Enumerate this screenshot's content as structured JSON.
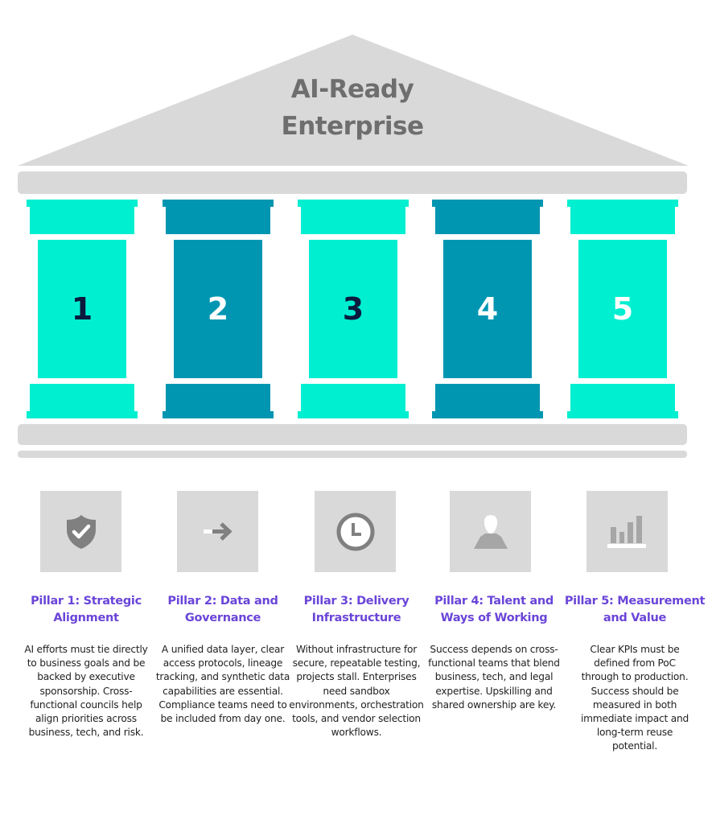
{
  "title": {
    "line1": "AI-Ready",
    "line2": "Enterprise"
  },
  "colors": {
    "roof": "#d9d9d9",
    "cyan": "#00efd1",
    "teal": "#0096b1",
    "navy": "#0b1a3d",
    "white": "#ffffff",
    "heading": "#6a45d8",
    "icon_gray": "#808080"
  },
  "pillars": [
    {
      "number": "1",
      "color": "cyan",
      "number_color": "navy"
    },
    {
      "number": "2",
      "color": "teal",
      "number_color": "white"
    },
    {
      "number": "3",
      "color": "cyan",
      "number_color": "navy"
    },
    {
      "number": "4",
      "color": "teal",
      "number_color": "white"
    },
    {
      "number": "5",
      "color": "cyan",
      "number_color": "white"
    }
  ],
  "columns": [
    {
      "icon": "shield-check-icon",
      "heading": "Pillar 1: Strategic Alignment",
      "body": "AI efforts must tie directly to business goals and be backed by executive sponsorship. Cross-functional councils help align priorities across business, tech, and risk."
    },
    {
      "icon": "arrow-right-icon",
      "heading": "Pillar 2: Data and Governance",
      "body": "A unified data layer, clear access protocols, lineage tracking, and synthetic data capabilities are essential. Compliance teams need to be included from day one."
    },
    {
      "icon": "clock-icon",
      "heading": "Pillar 3: Delivery Infrastructure",
      "body": "Without infrastructure for secure, repeatable testing, projects stall. Enterprises need sandbox environments, orchestration tools, and vendor selection workflows."
    },
    {
      "icon": "person-icon",
      "heading": "Pillar 4: Talent and Ways of Working",
      "body": "Success depends on cross-functional teams that blend business, tech, and legal expertise. Upskilling and shared ownership are key."
    },
    {
      "icon": "bar-chart-icon",
      "heading": "Pillar 5: Measurement and Value",
      "body": "Clear KPIs must be defined from PoC through to production. Success should be measured in both immediate impact and long-term reuse potential."
    }
  ]
}
